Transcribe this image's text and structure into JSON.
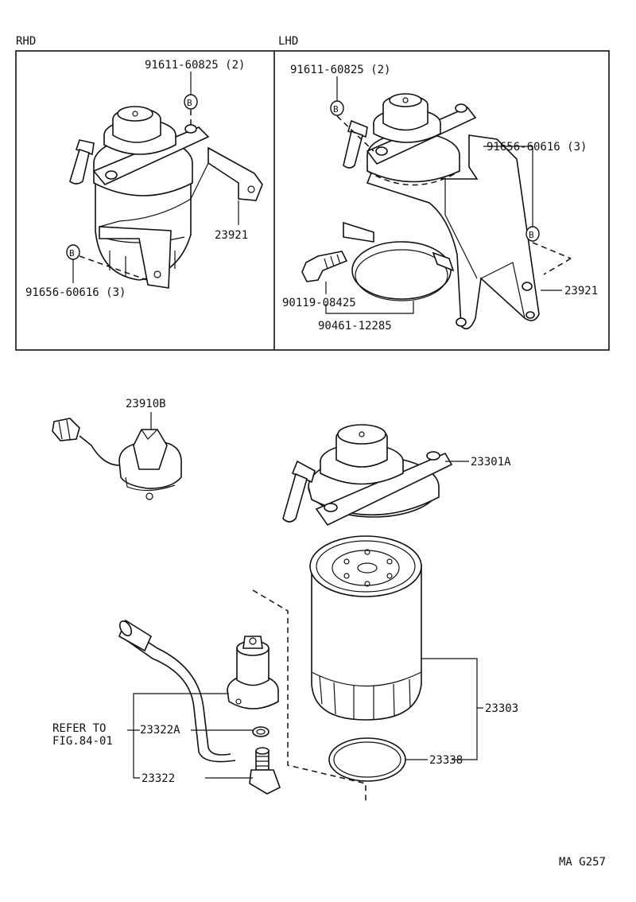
{
  "panels": {
    "rhd_label": "RHD",
    "lhd_label": "LHD"
  },
  "bolt_symbol": "B",
  "parts": {
    "rhd_bolt_top": "91611-60825 (2)",
    "rhd_bracket": "23921",
    "rhd_bolt_bottom": "91656-60616 (3)",
    "lhd_bolt_top": "91611-60825 (2)",
    "lhd_bolt_right": "91656-60616 (3)",
    "lhd_bracket": "23921",
    "lhd_bolt": "90119-08425",
    "lhd_clamp": "90461-12285",
    "sensor": "23910B",
    "filter_head": "23301A",
    "filter_element": "23303",
    "o_ring": "23338",
    "gasket": "23322A",
    "fitting": "23322"
  },
  "refer": {
    "line1": "REFER TO",
    "line2": "FIG.84-01"
  },
  "figure_code": "MA G257"
}
